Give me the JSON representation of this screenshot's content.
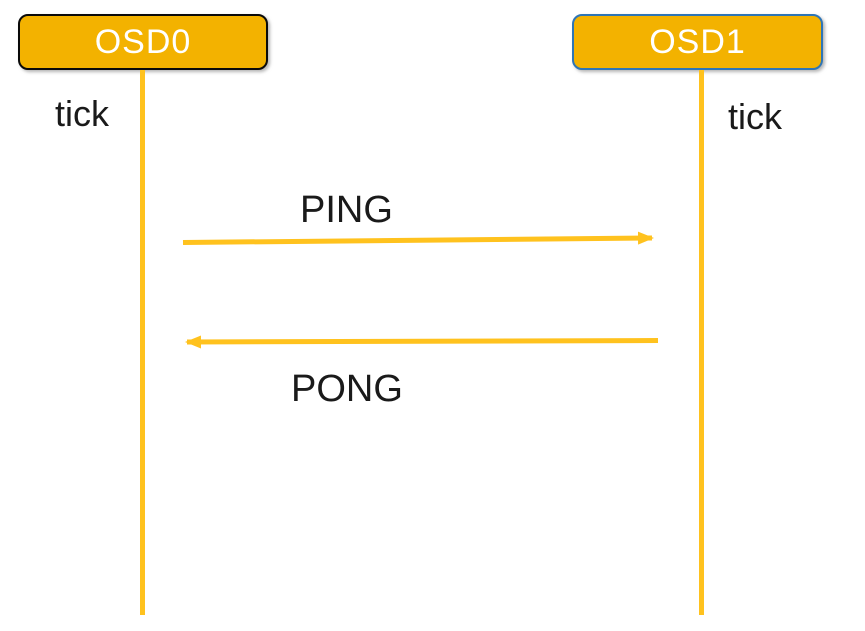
{
  "diagram": {
    "type": "sequence-diagram",
    "background": "#FFFFFF",
    "colors": {
      "gold_fill": "#F3B200",
      "gold_line": "#FFC21E",
      "osd0_border": "#0A0A0A",
      "osd1_border": "#2E75B6",
      "label_text": "#1A1A1A",
      "box_text": "#FFFFFF"
    },
    "actors": [
      {
        "id": "osd0",
        "label": "OSD0",
        "border": "black"
      },
      {
        "id": "osd1",
        "label": "OSD1",
        "border": "blue"
      }
    ],
    "lifeline_labels": [
      {
        "label": "tick",
        "side": "left-of-osd0-lifeline"
      },
      {
        "label": "tick",
        "side": "right-of-osd1-lifeline"
      }
    ],
    "messages": [
      {
        "label": "PING",
        "from": "OSD0",
        "to": "OSD1",
        "direction": "right",
        "label_position": "above-arrow"
      },
      {
        "label": "PONG",
        "from": "OSD1",
        "to": "OSD0",
        "direction": "left",
        "label_position": "below-arrow"
      }
    ]
  }
}
